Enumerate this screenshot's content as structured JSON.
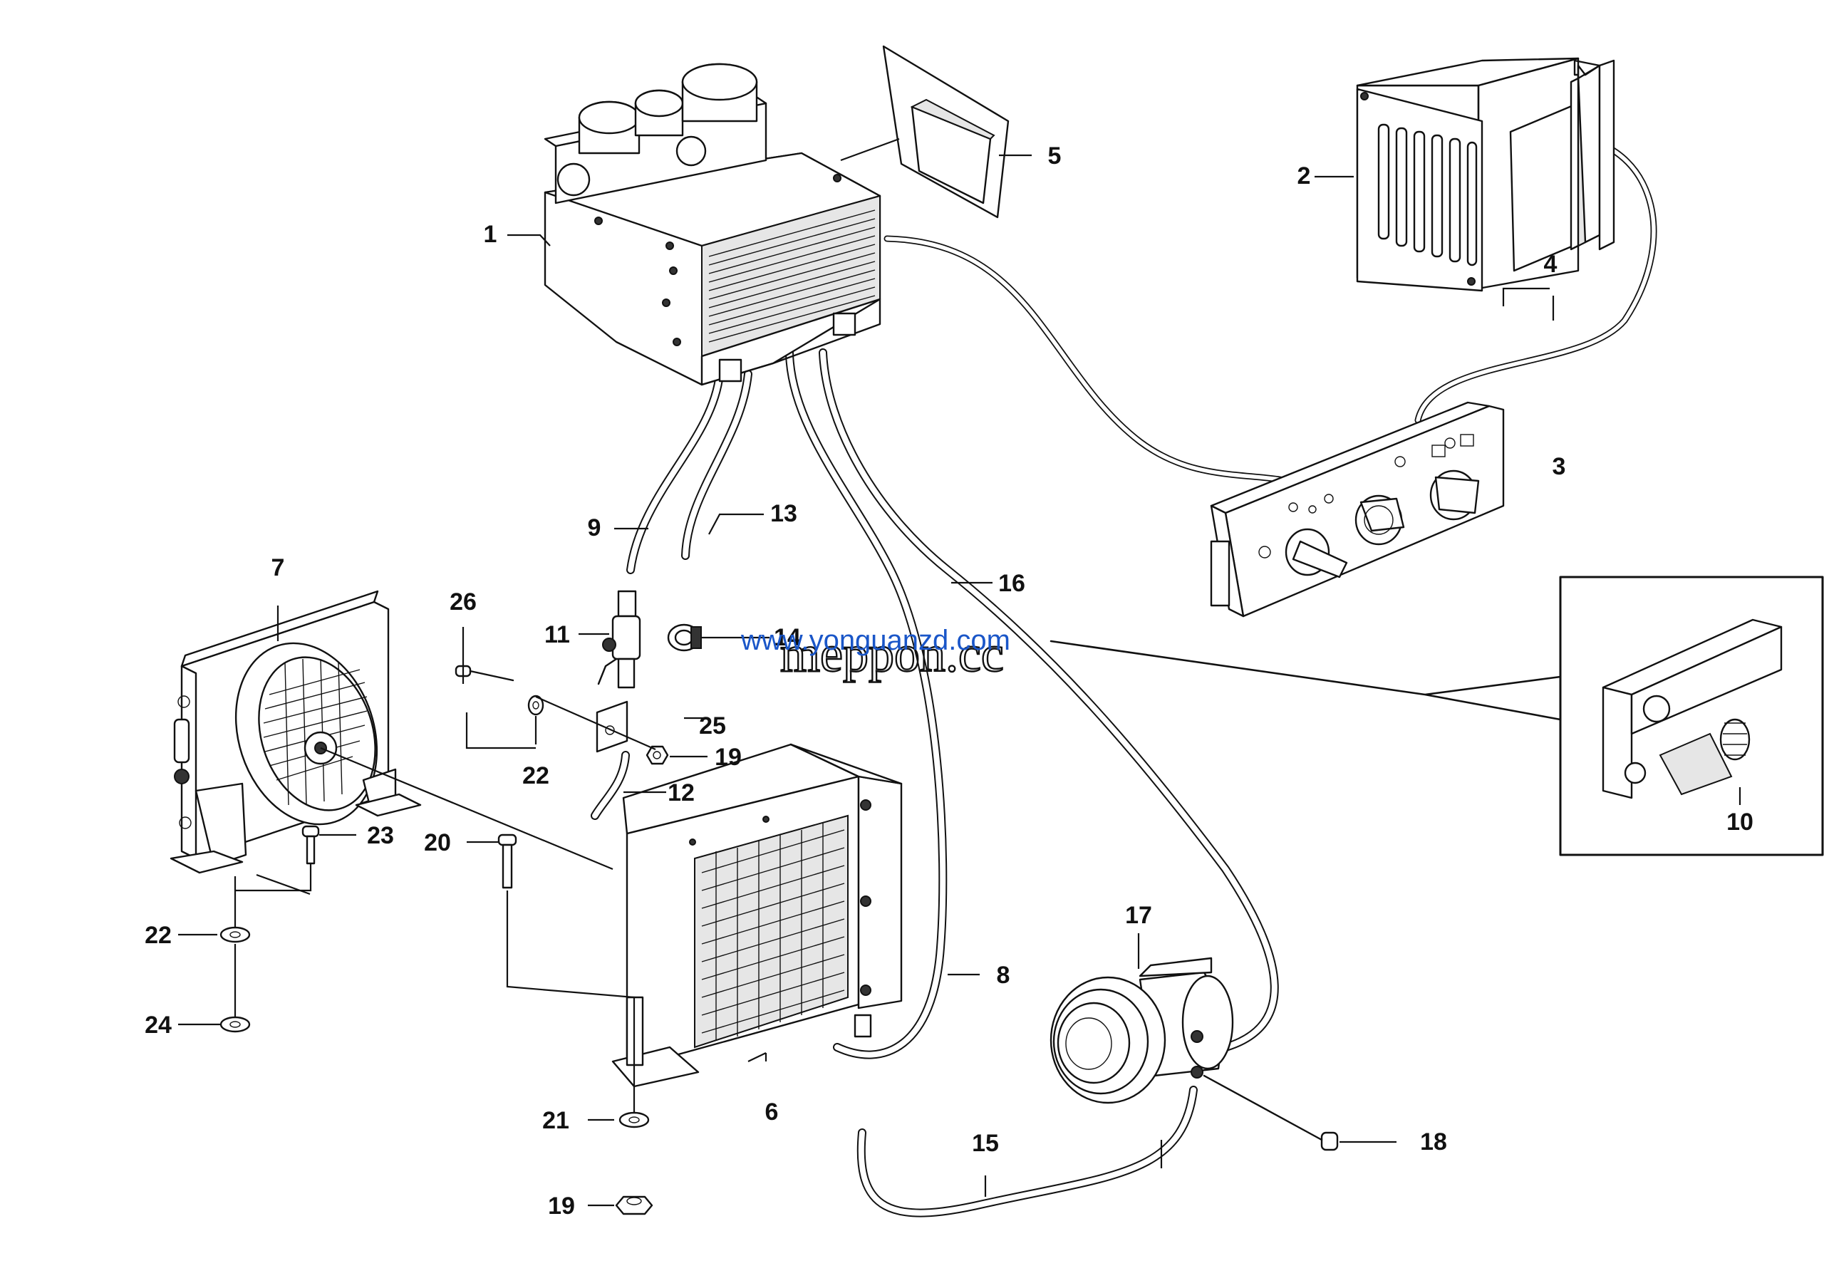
{
  "callouts": {
    "c1": "1",
    "c2": "2",
    "c3": "3",
    "c4": "4",
    "c5": "5",
    "c6": "6",
    "c7": "7",
    "c8": "8",
    "c9": "9",
    "c10": "10",
    "c11": "11",
    "c12": "12",
    "c13": "13",
    "c14": "14",
    "c15": "15",
    "c16": "16",
    "c17": "17",
    "c18": "18",
    "c19a": "19",
    "c19b": "19",
    "c20": "20",
    "c21": "21",
    "c22a": "22",
    "c22b": "22",
    "c23": "23",
    "c24": "24",
    "c25": "25",
    "c26": "26"
  },
  "watermark": {
    "url": "www.yonguanzd.com",
    "logo": "meppon.cc"
  }
}
